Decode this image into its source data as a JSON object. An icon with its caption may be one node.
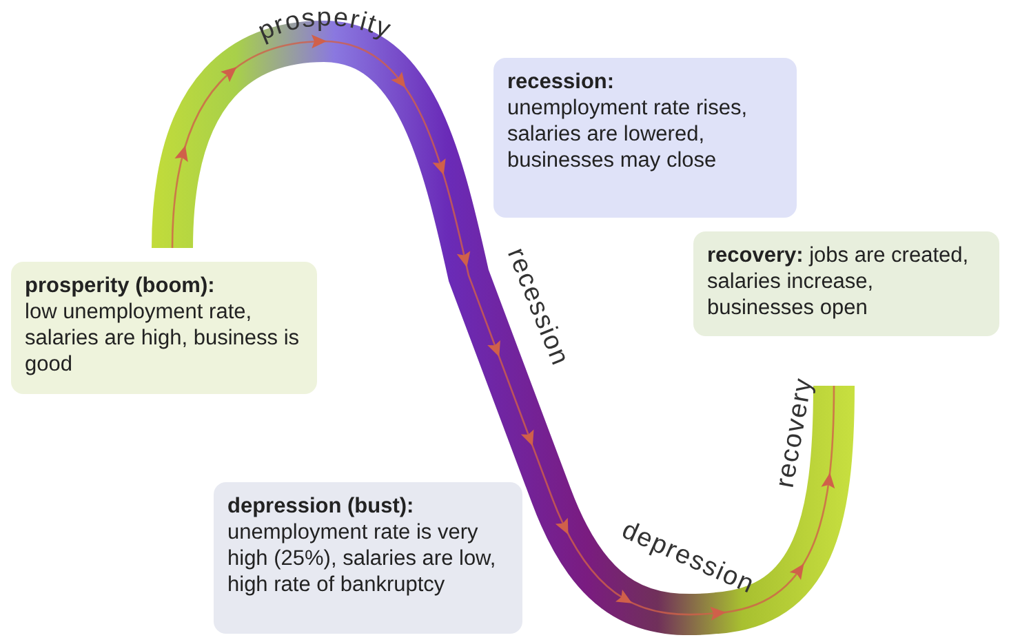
{
  "diagram": {
    "nodes": [
      {
        "text": [
          "prosperity (boom):",
          "low unemployment rate, salaries are high, business is good"
        ]
      },
      {
        "text": [
          "recession:",
          "unemployment rate rises, salaries are lowered, businesses may close"
        ]
      },
      {
        "text": [
          "**recovery:** jobs are created, salaries increase, businesses open"
        ]
      },
      {
        "text": [
          "depression (bust):",
          "unemployment rate is very high (25%), salaries are low, high rate of bankruptcy"
        ]
      }
    ],
    "labels": [
      "prosperity",
      "recession",
      "recovery",
      "depression"
    ]
  }
}
